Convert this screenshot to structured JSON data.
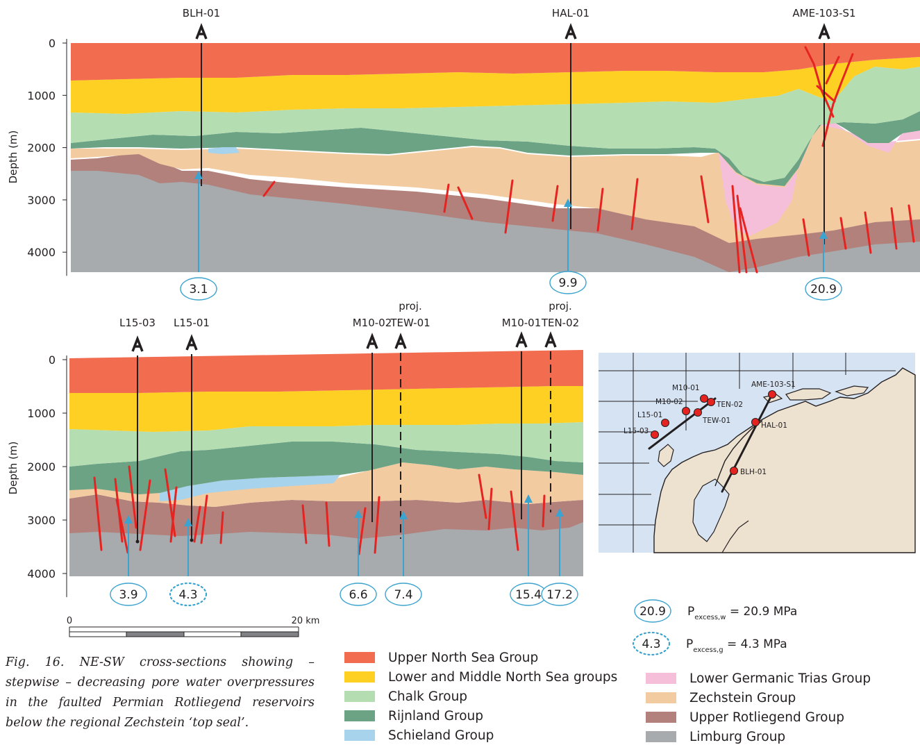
{
  "sections": [
    {
      "id": "top",
      "wells": [
        {
          "name": "BLH-01",
          "pressure": "3.1",
          "kind": "water"
        },
        {
          "name": "HAL-01",
          "pressure": "9.9",
          "kind": "water"
        },
        {
          "name": "AME-103-S1",
          "pressure": "20.9",
          "kind": "water"
        }
      ],
      "depth_label": "Depth (m)",
      "depth_ticks": [
        "0",
        "1000",
        "2000",
        "3000",
        "4000"
      ]
    },
    {
      "id": "bottom",
      "wells": [
        {
          "name": "L15-03",
          "pressure": "3.9",
          "kind": "water"
        },
        {
          "name": "L15-01",
          "pressure": "4.3",
          "kind": "gas"
        },
        {
          "name": "M10-02",
          "pressure": "6.6",
          "kind": "water"
        },
        {
          "name": "TEW-01",
          "prefix": "proj.",
          "pressure": "7.4",
          "kind": "water",
          "projected": true
        },
        {
          "name": "M10-01",
          "pressure": "15.4",
          "kind": "water"
        },
        {
          "name": "TEN-02",
          "prefix": "proj.",
          "pressure": "17.2",
          "kind": "water",
          "projected": true
        }
      ],
      "depth_label": "Depth (m)",
      "depth_ticks": [
        "0",
        "1000",
        "2000",
        "3000",
        "4000"
      ]
    }
  ],
  "scale_bar": {
    "start": "0",
    "end": "20 km"
  },
  "pressure_key": [
    {
      "value": "20.9",
      "label_base": "P",
      "label_sub": "excess,w",
      "label_rest": " = 20.9 MPa",
      "kind": "water"
    },
    {
      "value": "4.3",
      "label_base": "P",
      "label_sub": "excess,g",
      "label_rest": " = 4.3 MPa",
      "kind": "gas"
    }
  ],
  "legend": [
    {
      "label": "Upper North Sea Group",
      "color": "#f26c4f"
    },
    {
      "label": "Lower and Middle North Sea groups",
      "color": "#fdd023"
    },
    {
      "label": "Chalk Group",
      "color": "#b4ddb2"
    },
    {
      "label": "Rijnland Group",
      "color": "#6ba384"
    },
    {
      "label": "Schieland Group",
      "color": "#a7d3ec"
    },
    {
      "label": "Lower Germanic Trias Group",
      "color": "#f5bfda"
    },
    {
      "label": "Zechstein Group",
      "color": "#f2cba0"
    },
    {
      "label": "Upper Rotliegend Group",
      "color": "#b3817c"
    },
    {
      "label": "Limburg Group",
      "color": "#a8abae"
    }
  ],
  "map": {
    "wells": [
      "M10-01",
      "AME-103-S1",
      "M10-02",
      "TEN-02",
      "L15-01",
      "TEW-01",
      "HAL-01",
      "L15-03",
      "BLH-01"
    ],
    "colors": {
      "sea": "#d5e3f3",
      "land": "#ede1d0",
      "well": "#e52421",
      "grid": "#231f20"
    }
  },
  "colors": {
    "fault": "#e52421",
    "arrow": "#3aa3cf",
    "well_line": "#231f20"
  },
  "caption": "Fig. 16.  NE-SW cross-sections showing – stepwise – decreasing pore water overpressures in the faulted Permian Rotliegend reservoirs below the regional Zechstein ‘top seal’."
}
